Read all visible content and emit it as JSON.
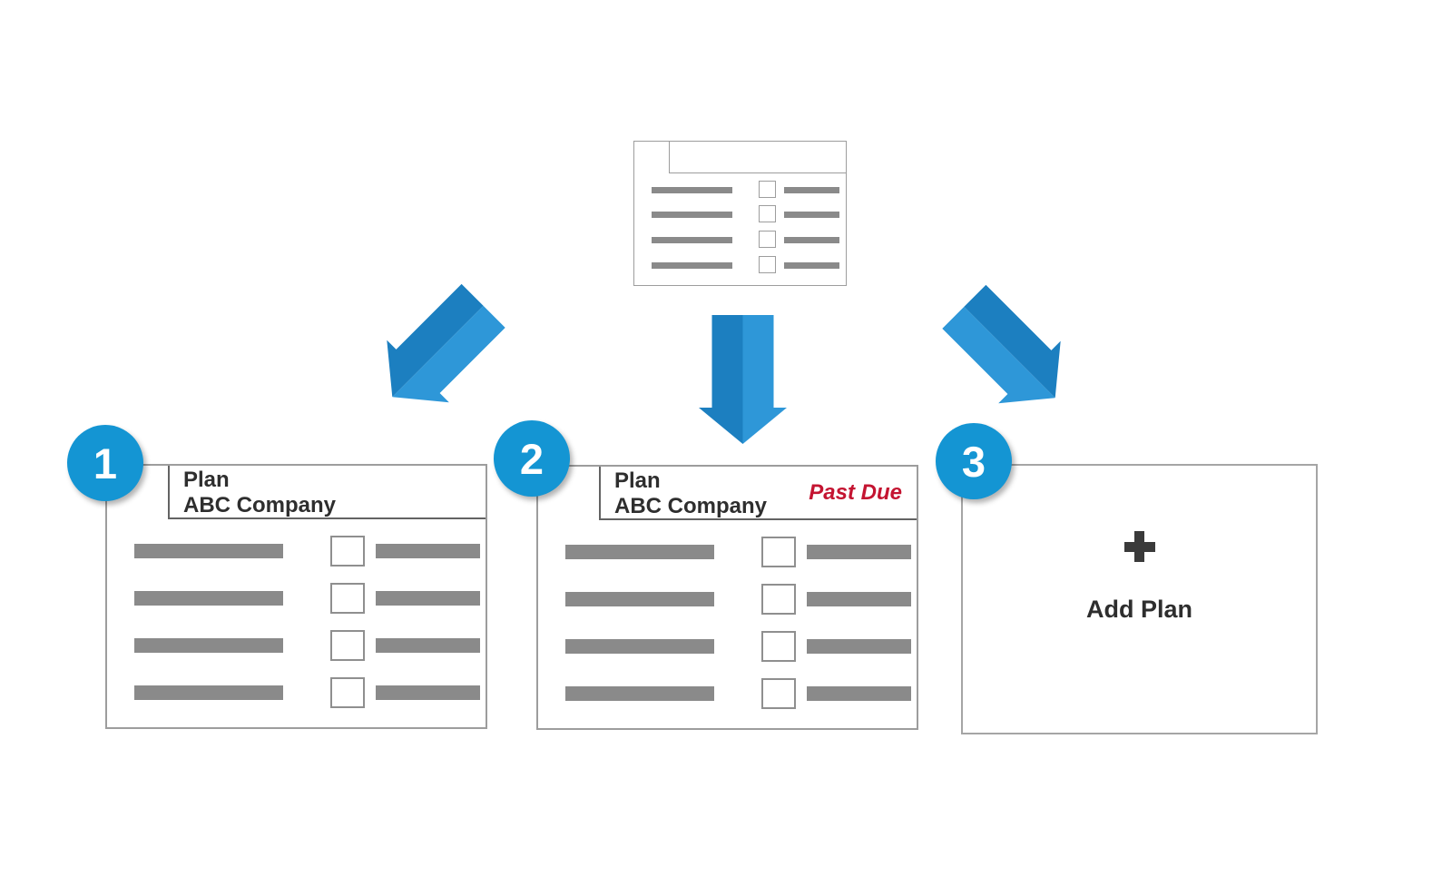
{
  "diagram": {
    "description": "Plan copy options flow: one source plan list card branches into three outcomes",
    "background": "#ffffff"
  },
  "colors": {
    "accent_blue": "#1495d3",
    "arrow_dark": "#1c7fc0",
    "arrow_light": "#2e97d8",
    "past_due_red": "#c41431",
    "bar_gray": "#8a8a8a",
    "border_gray": "#9d9d9d",
    "header_line_gray": "#636363",
    "text_dark": "#2e2e2e",
    "plus_dark": "#3a3a3a",
    "number_text": "#ffffff"
  },
  "source_card": {
    "wireframe_rows": 4
  },
  "arrows": [
    {
      "direction": "down-left"
    },
    {
      "direction": "down"
    },
    {
      "direction": "down-right"
    }
  ],
  "steps": [
    {
      "number": "1",
      "title": "Plan",
      "subtitle": "ABC Company",
      "badge": "",
      "wireframe_rows": 4
    },
    {
      "number": "2",
      "title": "Plan",
      "subtitle": "ABC Company",
      "badge": "Past Due",
      "wireframe_rows": 4
    },
    {
      "number": "3",
      "label": "Add Plan"
    }
  ]
}
